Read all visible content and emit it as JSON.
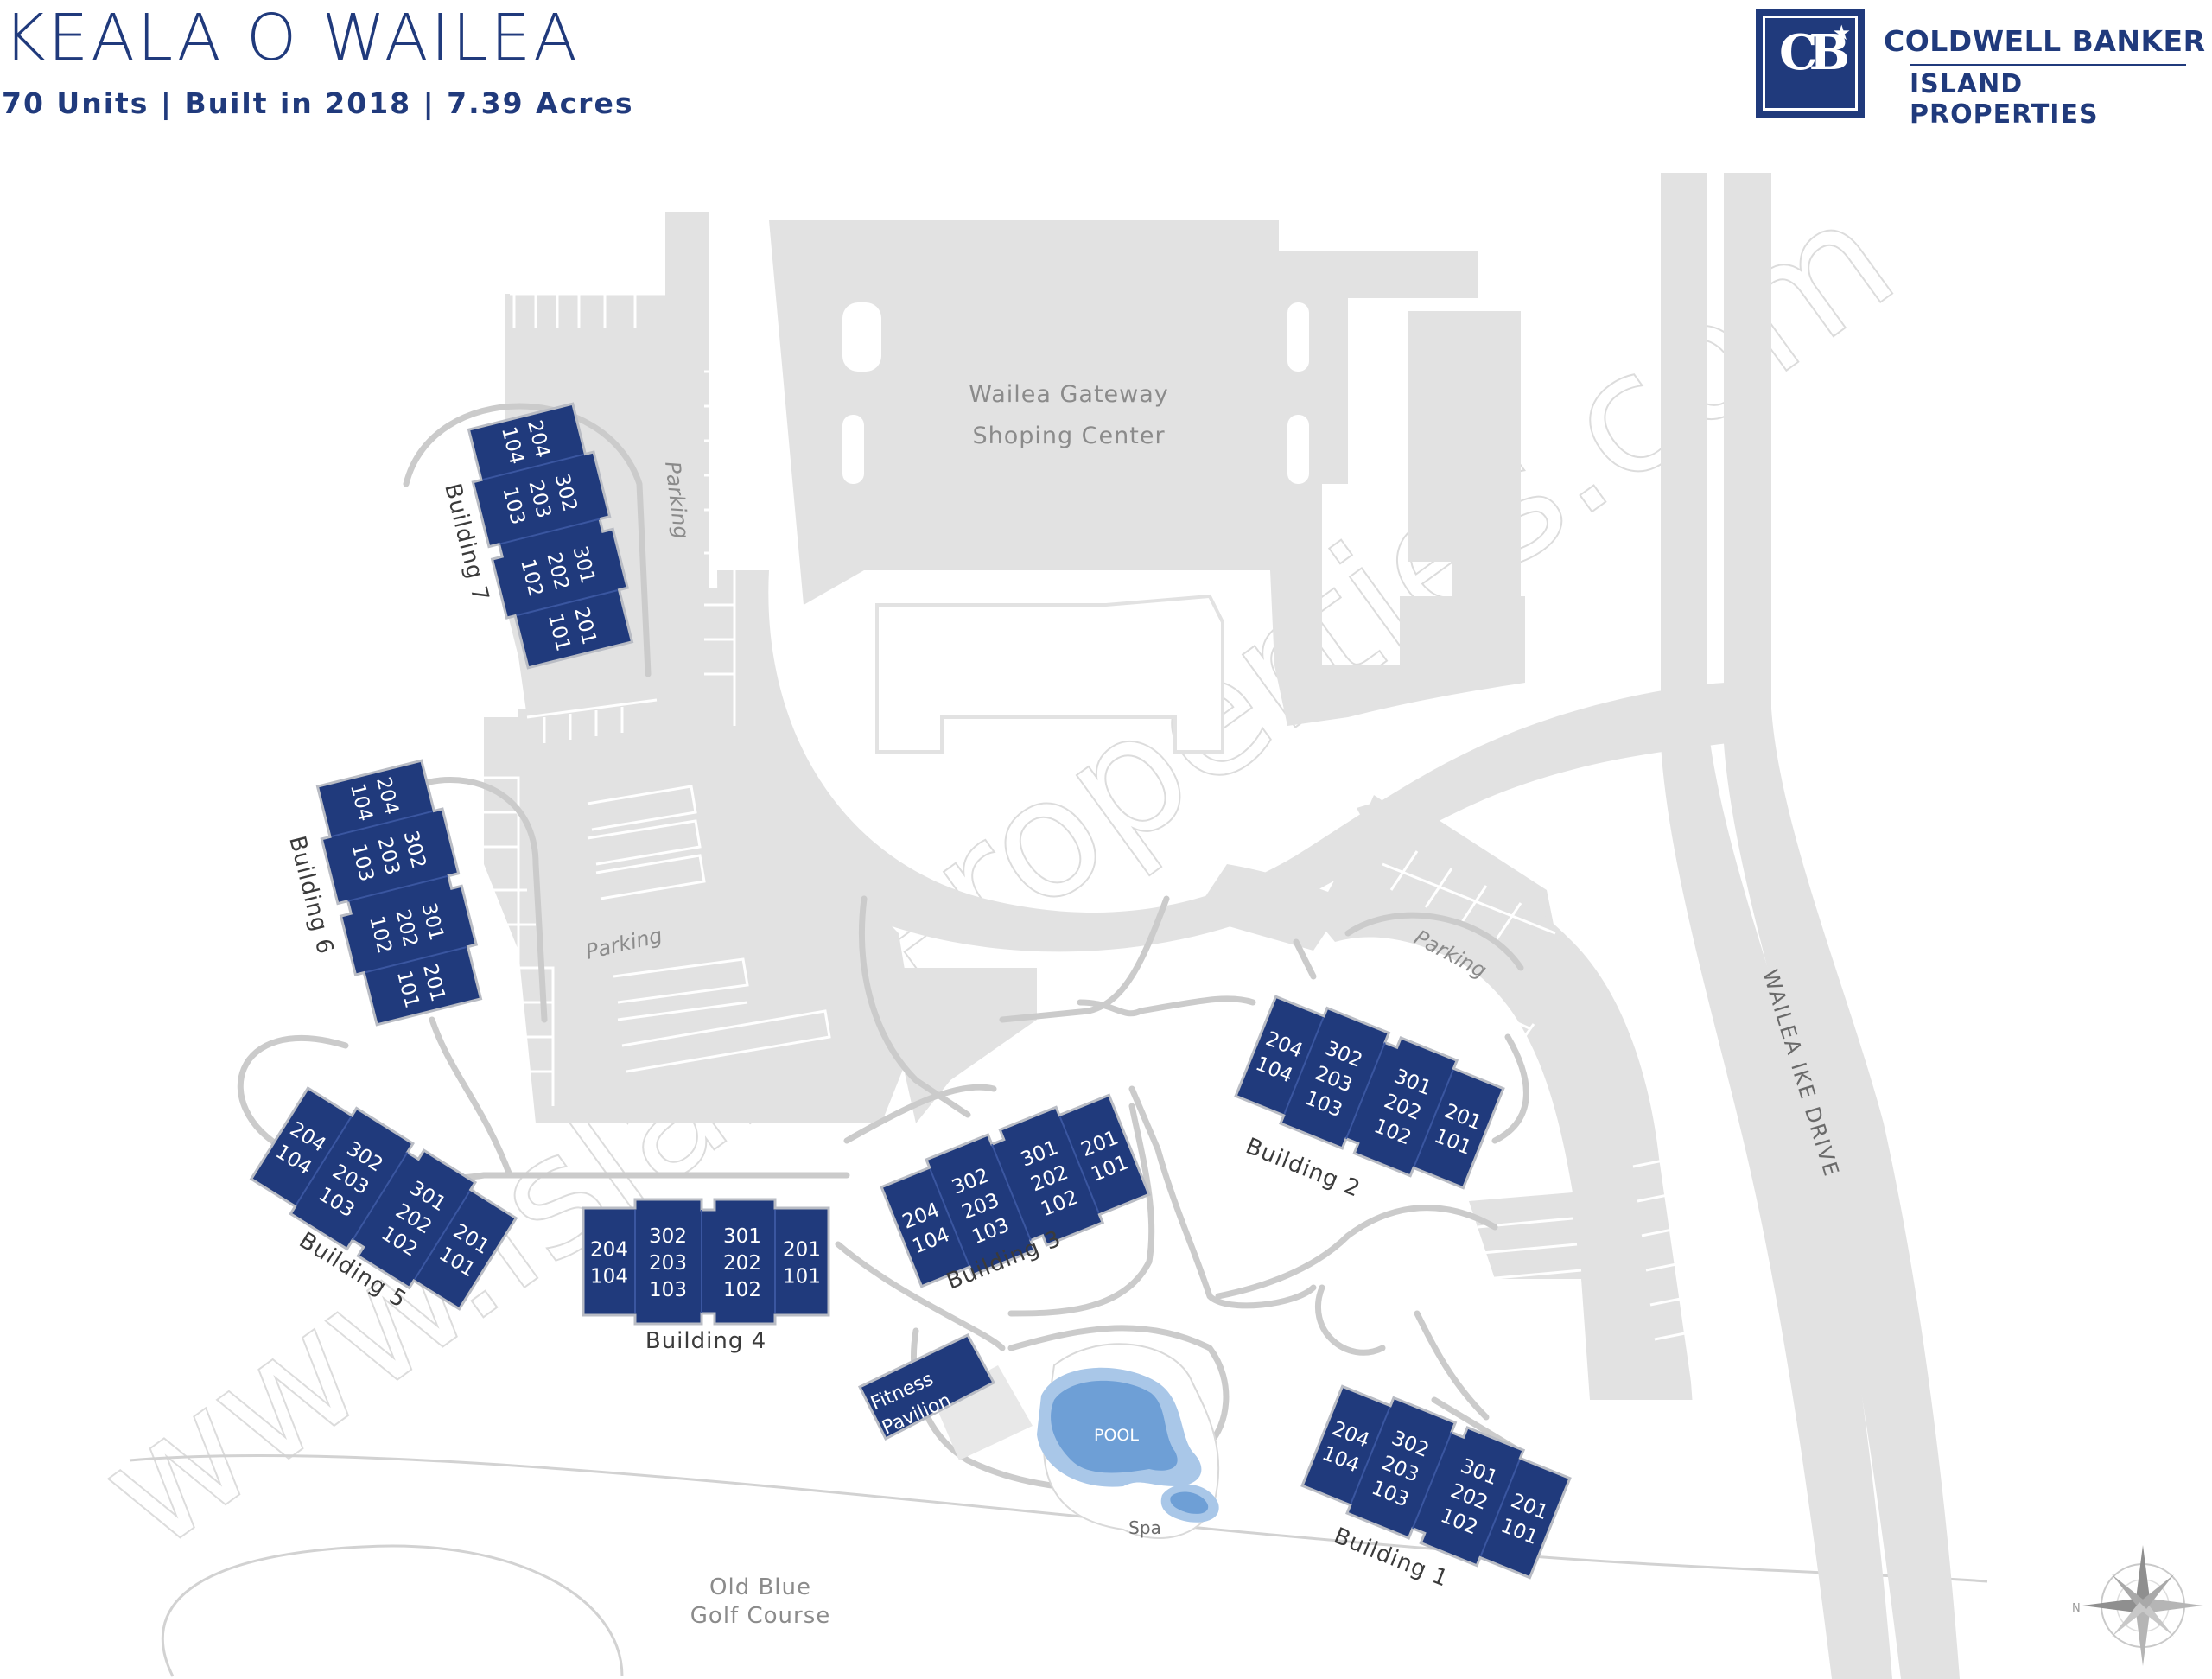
{
  "header": {
    "title": "KEALA O WAILEA",
    "subtitle": "70 Units | Built in 2018 | 7.39 Acres"
  },
  "logo": {
    "brand_line1": "COLDWELL BANKER",
    "brand_line2": "ISLAND PROPERTIES",
    "emblem": "CB",
    "emblem_icon": "cb-star-logo-icon"
  },
  "colors": {
    "building": "#203a7c",
    "building_stroke": "#b9bcc4",
    "paved_area": "#e2e2e2",
    "path": "#c9c9c9",
    "pool_ring": "#a9c7e8",
    "pool_water": "#6e9fd6",
    "text_gray": "#8b8b8b",
    "watermark": "#d9d9d9"
  },
  "labels": {
    "shopping_center_line1": "Wailea Gateway",
    "shopping_center_line2": "Shoping Center",
    "parking": "Parking",
    "road": "WAILEA IKE DRIVE",
    "fitness_line1": "Fitness",
    "fitness_line2": "Pavilion",
    "pool": "POOL",
    "spa": "Spa",
    "golf_line1": "Old Blue",
    "golf_line2": "Golf Course",
    "compass_north": "N",
    "watermark": "www.IslandProperties.com"
  },
  "buildings": [
    {
      "name": "Building 1",
      "units": [
        [
          "204",
          "104"
        ],
        [
          "302",
          "203",
          "103"
        ],
        [
          "301",
          "202",
          "102"
        ],
        [
          "201",
          "101"
        ]
      ]
    },
    {
      "name": "Building 2",
      "units": [
        [
          "204",
          "104"
        ],
        [
          "302",
          "203",
          "103"
        ],
        [
          "301",
          "202",
          "102"
        ],
        [
          "201",
          "101"
        ]
      ]
    },
    {
      "name": "Building 3",
      "units": [
        [
          "204",
          "104"
        ],
        [
          "302",
          "203",
          "103"
        ],
        [
          "301",
          "202",
          "102"
        ],
        [
          "201",
          "101"
        ]
      ]
    },
    {
      "name": "Building 4",
      "units": [
        [
          "204",
          "104"
        ],
        [
          "302",
          "203",
          "103"
        ],
        [
          "301",
          "202",
          "102"
        ],
        [
          "201",
          "101"
        ]
      ]
    },
    {
      "name": "Building 5",
      "units": [
        [
          "204",
          "104"
        ],
        [
          "302",
          "203",
          "103"
        ],
        [
          "301",
          "202",
          "102"
        ],
        [
          "201",
          "101"
        ]
      ]
    },
    {
      "name": "Building 6",
      "units": [
        [
          "204",
          "104"
        ],
        [
          "302",
          "203",
          "103"
        ],
        [
          "301",
          "202",
          "102"
        ],
        [
          "201",
          "101"
        ]
      ]
    },
    {
      "name": "Building 7",
      "units": [
        [
          "204",
          "104"
        ],
        [
          "302",
          "203",
          "103"
        ],
        [
          "301",
          "202",
          "102"
        ],
        [
          "201",
          "101"
        ]
      ]
    }
  ]
}
